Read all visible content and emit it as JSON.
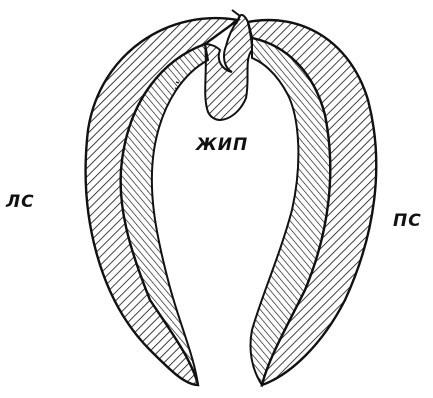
{
  "labels": {
    "center": "ЖИП",
    "left": "ЛС",
    "right": "ПС"
  },
  "colors": {
    "ink": "#111111",
    "background": "#ffffff"
  }
}
